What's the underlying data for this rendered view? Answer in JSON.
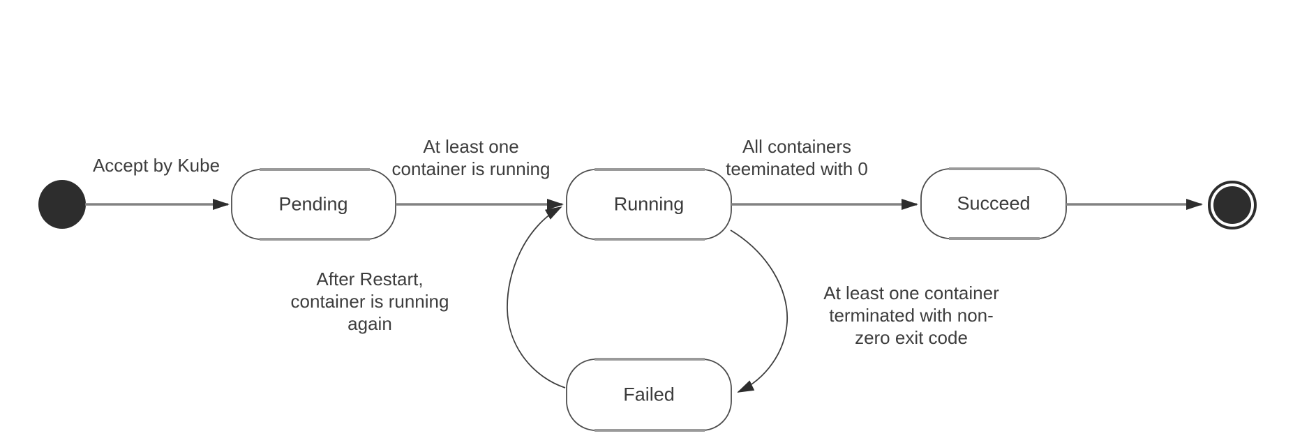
{
  "diagram": {
    "kind": "state-diagram",
    "states": [
      {
        "id": "pending",
        "label": "Pending"
      },
      {
        "id": "running",
        "label": "Running"
      },
      {
        "id": "succeed",
        "label": "Succeed"
      },
      {
        "id": "failed",
        "label": "Failed"
      }
    ],
    "start_state": {
      "id": "start",
      "shape": "filled-circle"
    },
    "end_state": {
      "id": "end",
      "shape": "double-circle"
    },
    "transitions": [
      {
        "from": "start",
        "to": "pending",
        "label": "Accept by Kube"
      },
      {
        "from": "pending",
        "to": "running",
        "label": "At least one\ncontainer is running"
      },
      {
        "from": "running",
        "to": "succeed",
        "label": "All containers\nteeminated with 0"
      },
      {
        "from": "succeed",
        "to": "end",
        "label": ""
      },
      {
        "from": "failed",
        "to": "running",
        "label": "After Restart,\ncontainer is running\nagain"
      },
      {
        "from": "running",
        "to": "failed",
        "label": "At least one container\nterminated with non-\nzero exit code"
      }
    ],
    "colors": {
      "background": "#ffffff",
      "text": "#3d3d3d",
      "arrow_line": "#828282",
      "arrowhead": "#2d2d2d",
      "box_border": "#4c4c4c",
      "box_edge_accent": "#9a9a9a",
      "node_fill": "#2d2d2d",
      "curve_line": "#3d3d3d"
    }
  }
}
